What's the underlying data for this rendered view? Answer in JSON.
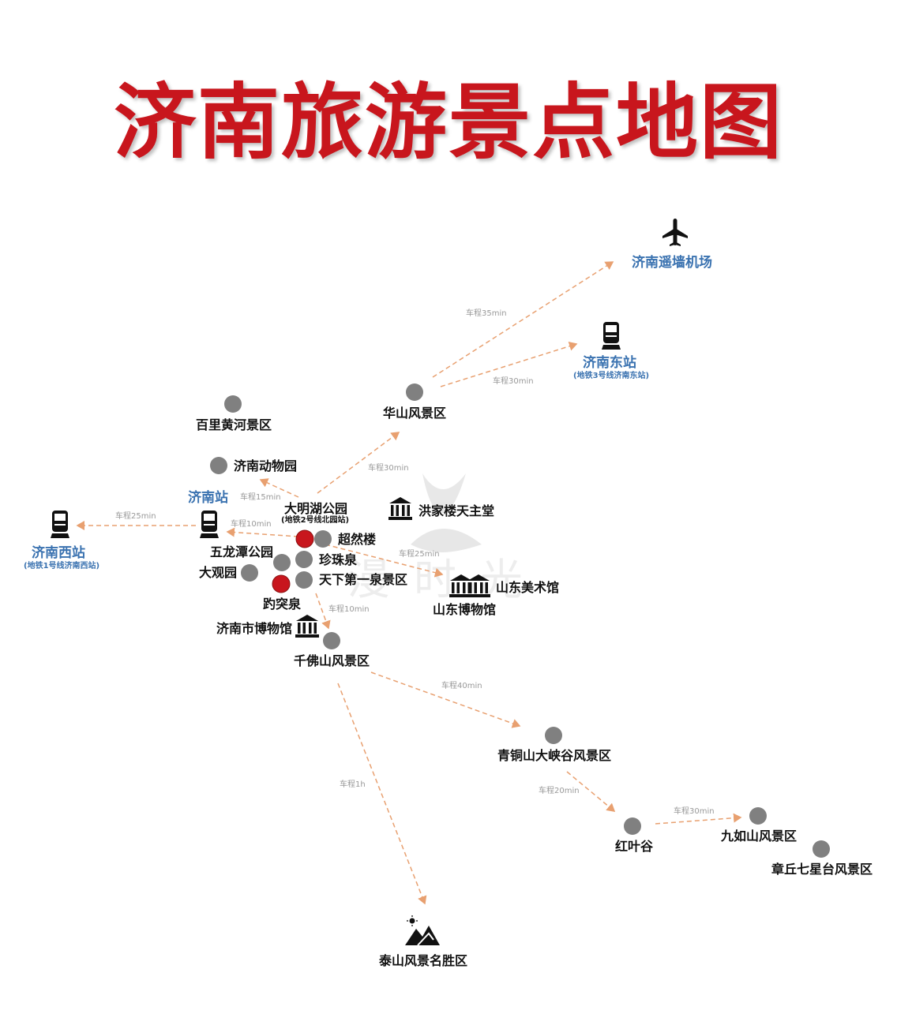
{
  "title": "济南旅游景点地图",
  "watermark": "漫时光",
  "hubs": {
    "airport": "济南遥墙机场",
    "east": "济南东站",
    "east_sub": "(地铁3号线济南东站)",
    "jinan": "济南站",
    "west": "济南西站",
    "west_sub": "(地铁1号线济南西站)"
  },
  "spots": {
    "huashan": "华山风景区",
    "huanghe": "百里黄河景区",
    "zoo": "济南动物园",
    "daming": "大明湖公园",
    "daming_sub": "(地铁2号线北园站)",
    "hongjialou": "洪家楼天主堂",
    "chaoran": "超然楼",
    "wulongtan": "五龙潭公园",
    "zhenzhu": "珍珠泉",
    "daguanyuan": "大观园",
    "tianxia": "天下第一泉景区",
    "baotu": "趵突泉",
    "art": "山东美术馆",
    "museum": "山东博物馆",
    "city_museum": "济南市博物馆",
    "qianfo": "千佛山风景区",
    "qingtong": "青铜山大峡谷风景区",
    "hongye": "红叶谷",
    "jiuru": "九如山风景区",
    "zhangqiu": "章丘七星台风景区",
    "taishan": "泰山风景名胜区"
  },
  "durations": {
    "d35": "车程35min",
    "d30_east": "车程30min",
    "d30_huashan": "车程30min",
    "d15": "车程15min",
    "d25_west": "车程25min",
    "d10_station": "车程10min",
    "d25_museum": "车程25min",
    "d10_qianfo": "车程10min",
    "d40": "车程40min",
    "d1h": "车程1h",
    "d20": "车程20min",
    "d30_jiuru": "车程30min"
  },
  "colors": {
    "title": "#c8161d",
    "hub_text": "#3a72b0",
    "dot_gray": "#808080",
    "dot_red": "#c8161d",
    "route": "#e8a070"
  },
  "icons": {
    "airport": "airplane-icon",
    "station": "train-icon",
    "museum": "museum-icon",
    "mountain": "mountain-icon"
  }
}
